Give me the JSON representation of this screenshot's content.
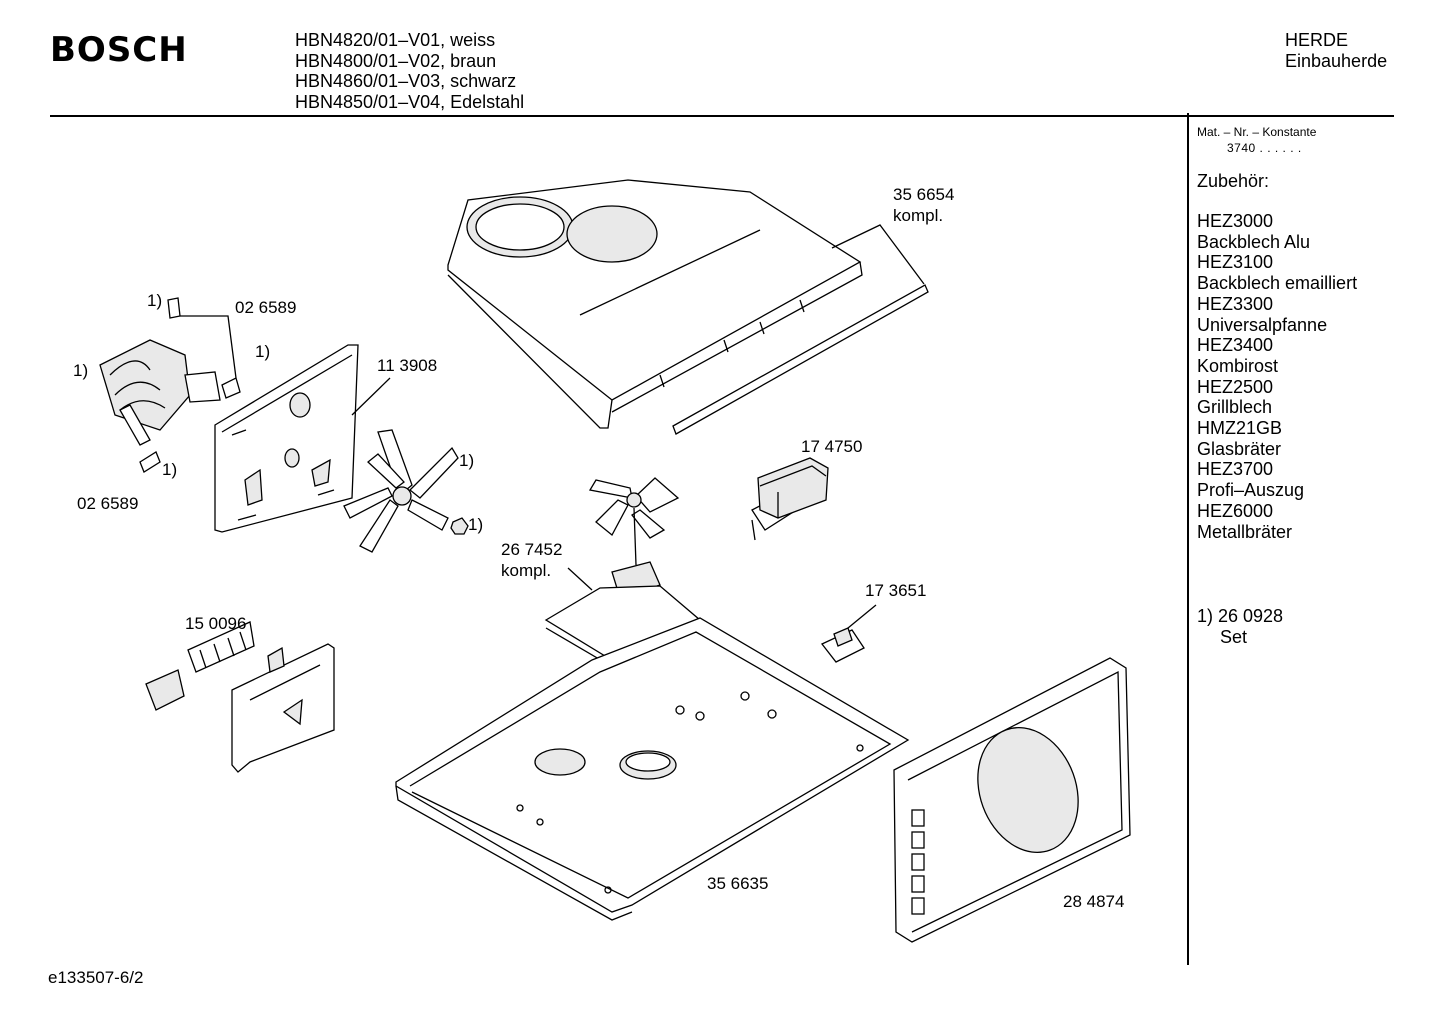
{
  "header": {
    "brand": "BOSCH",
    "models": [
      "HBN4820/01–V01, weiss",
      "HBN4800/01–V02, braun",
      "HBN4860/01–V03, schwarz",
      "HBN4850/01–V04, Edelstahl"
    ],
    "category": "HERDE",
    "subcategory": "Einbauherde"
  },
  "sidebar": {
    "mat_label": "Mat. – Nr. – Konstante",
    "mat_value": "3740  .  .   .  .  .  .",
    "accessories_title": "Zubehör:",
    "accessories": [
      "HEZ3000",
      "Backblech Alu",
      "HEZ3100",
      "Backblech emailliert",
      "HEZ3300",
      "Universalpfanne",
      "HEZ3400",
      "Kombirost",
      "HEZ2500",
      "Grillblech",
      "HMZ21GB",
      "Glasbräter",
      "HEZ3700",
      "Profi–Auszug",
      "HEZ6000",
      "Metallbräter"
    ],
    "footnote_number": "1)  26 0928",
    "footnote_text": "Set"
  },
  "diagram": {
    "labels": {
      "top_cover": "35 6654",
      "top_cover_note": "kompl.",
      "clip_upper": "02 6589",
      "clip_lower": "02 6589",
      "back_panel": "11 3908",
      "transformer": "17 4750",
      "fan_assembly": "26 7452",
      "fan_assembly_note": "kompl.",
      "switch_board": "15 0096",
      "thermostat": "17 3651",
      "base_tray": "35 6635",
      "side_panel": "28 4874",
      "fn_clip_upper": "1)",
      "fn_motor": "1)",
      "fn_clip_mid": "1)",
      "fn_clip_lower": "1)",
      "fn_fan": "1)",
      "fn_nut": "1)"
    }
  },
  "footer": {
    "reference": "e133507-6/2"
  }
}
